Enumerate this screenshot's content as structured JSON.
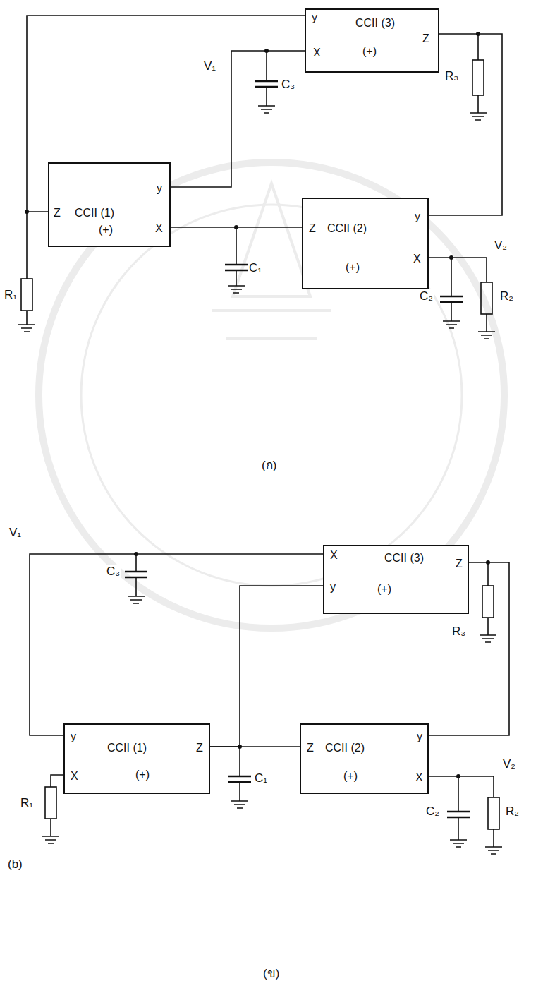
{
  "diagram": {
    "nodes": [
      {
        "text": [
          "y",
          "CCII (3)",
          "Z",
          "X",
          "(+)"
        ]
      },
      {
        "text": [
          "y",
          "Z",
          "CCII (1)",
          "(+)",
          "X"
        ]
      },
      {
        "text": [
          "y",
          "Z",
          "CCII (2)",
          "(+)",
          "X"
        ]
      },
      {
        "text": [
          "X",
          "CCII (3)",
          "Z",
          "y",
          "(+)"
        ]
      },
      {
        "text": [
          "y",
          "CCII (1)",
          "Z",
          "X",
          "(+)"
        ]
      },
      {
        "text": [
          "Z",
          "CCII (2)",
          "y",
          "(+)",
          "X"
        ]
      }
    ],
    "edges": [
      {
        "from": 1,
        "to": 0,
        "arrow": "none"
      },
      {
        "from": 1,
        "to": 0,
        "arrow": "none"
      },
      {
        "from": 1,
        "to": 2,
        "arrow": "none"
      },
      {
        "from": 0,
        "to": 2,
        "arrow": "none"
      },
      {
        "from": 4,
        "to": 5,
        "arrow": "none"
      },
      {
        "from": 4,
        "to": 3,
        "arrow": "none"
      },
      {
        "from": 3,
        "to": 4,
        "arrow": "none"
      },
      {
        "from": 3,
        "to": 5,
        "arrow": "none"
      }
    ],
    "labels": [
      "V₁",
      "C₃",
      "R₃",
      "R₁",
      "C₁",
      "C₂",
      "V₂",
      "R₂",
      "(ก)",
      "V₁",
      "C₃",
      "R₃",
      "(b)",
      "R₁",
      "C₁",
      "C₂",
      "V₂",
      "R₂",
      "(ข)"
    ]
  }
}
